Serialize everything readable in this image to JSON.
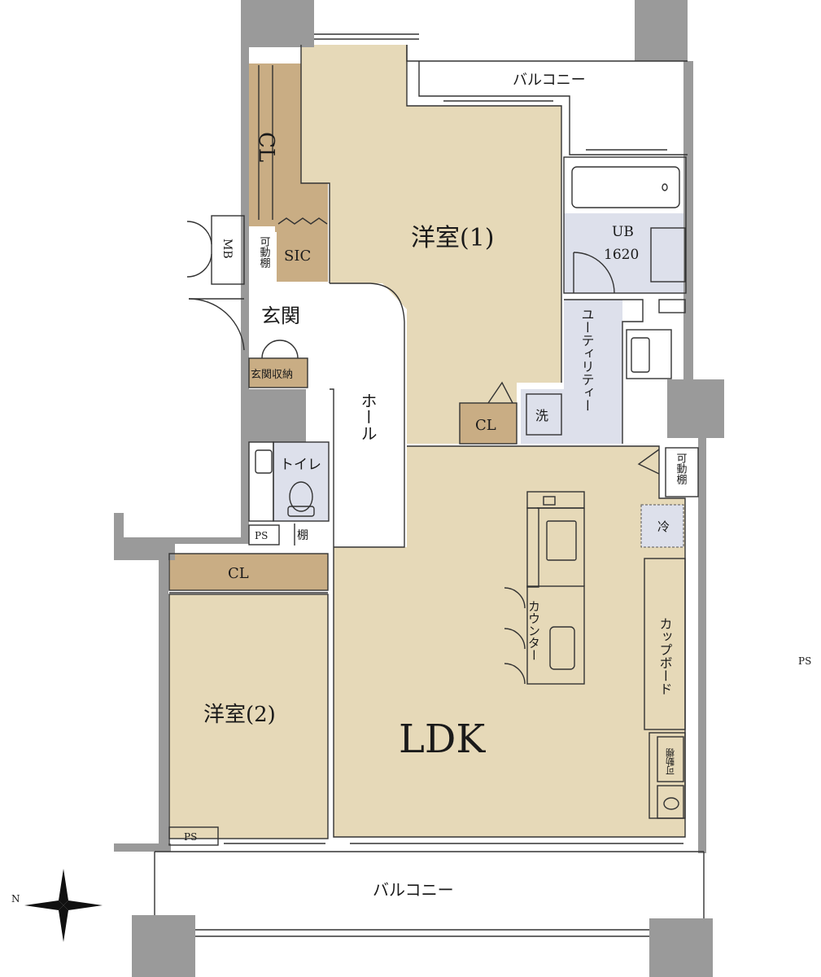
{
  "rooms": {
    "western_room_1": "洋室(1)",
    "western_room_2": "洋室(2)",
    "ldk": "LDK",
    "entrance": "玄関",
    "entrance_storage": "玄関収納",
    "hall": "ホール",
    "toilet": "トイレ",
    "utility": "ユーティリティー",
    "unit_bath": "UB",
    "unit_bath_size": "1620",
    "sic": "SIC",
    "balcony_top": "バルコニー",
    "balcony_bottom": "バルコニー"
  },
  "fixtures": {
    "closet_left": "CL",
    "closet_mid": "CL",
    "closet_room2": "CL",
    "meter_box": "MB",
    "movable_shelf_left": "可動棚",
    "movable_shelf_right": "可動棚",
    "shelf": "棚",
    "ps_toilet": "PS",
    "ps_room2": "PS",
    "ps_outside": "PS",
    "washer": "洗",
    "fridge": "冷",
    "counter": "カウンター",
    "cupboard": "カップボード",
    "movable_small": "可動棚"
  },
  "colors": {
    "floor_room": "#e6d9b8",
    "floor_closet": "#c9ad84",
    "floor_wet": "#dde0eb",
    "wall": "#9a9a9a",
    "line": "#333333"
  },
  "compass_icon": "north-arrow-icon",
  "north_letter": "N"
}
